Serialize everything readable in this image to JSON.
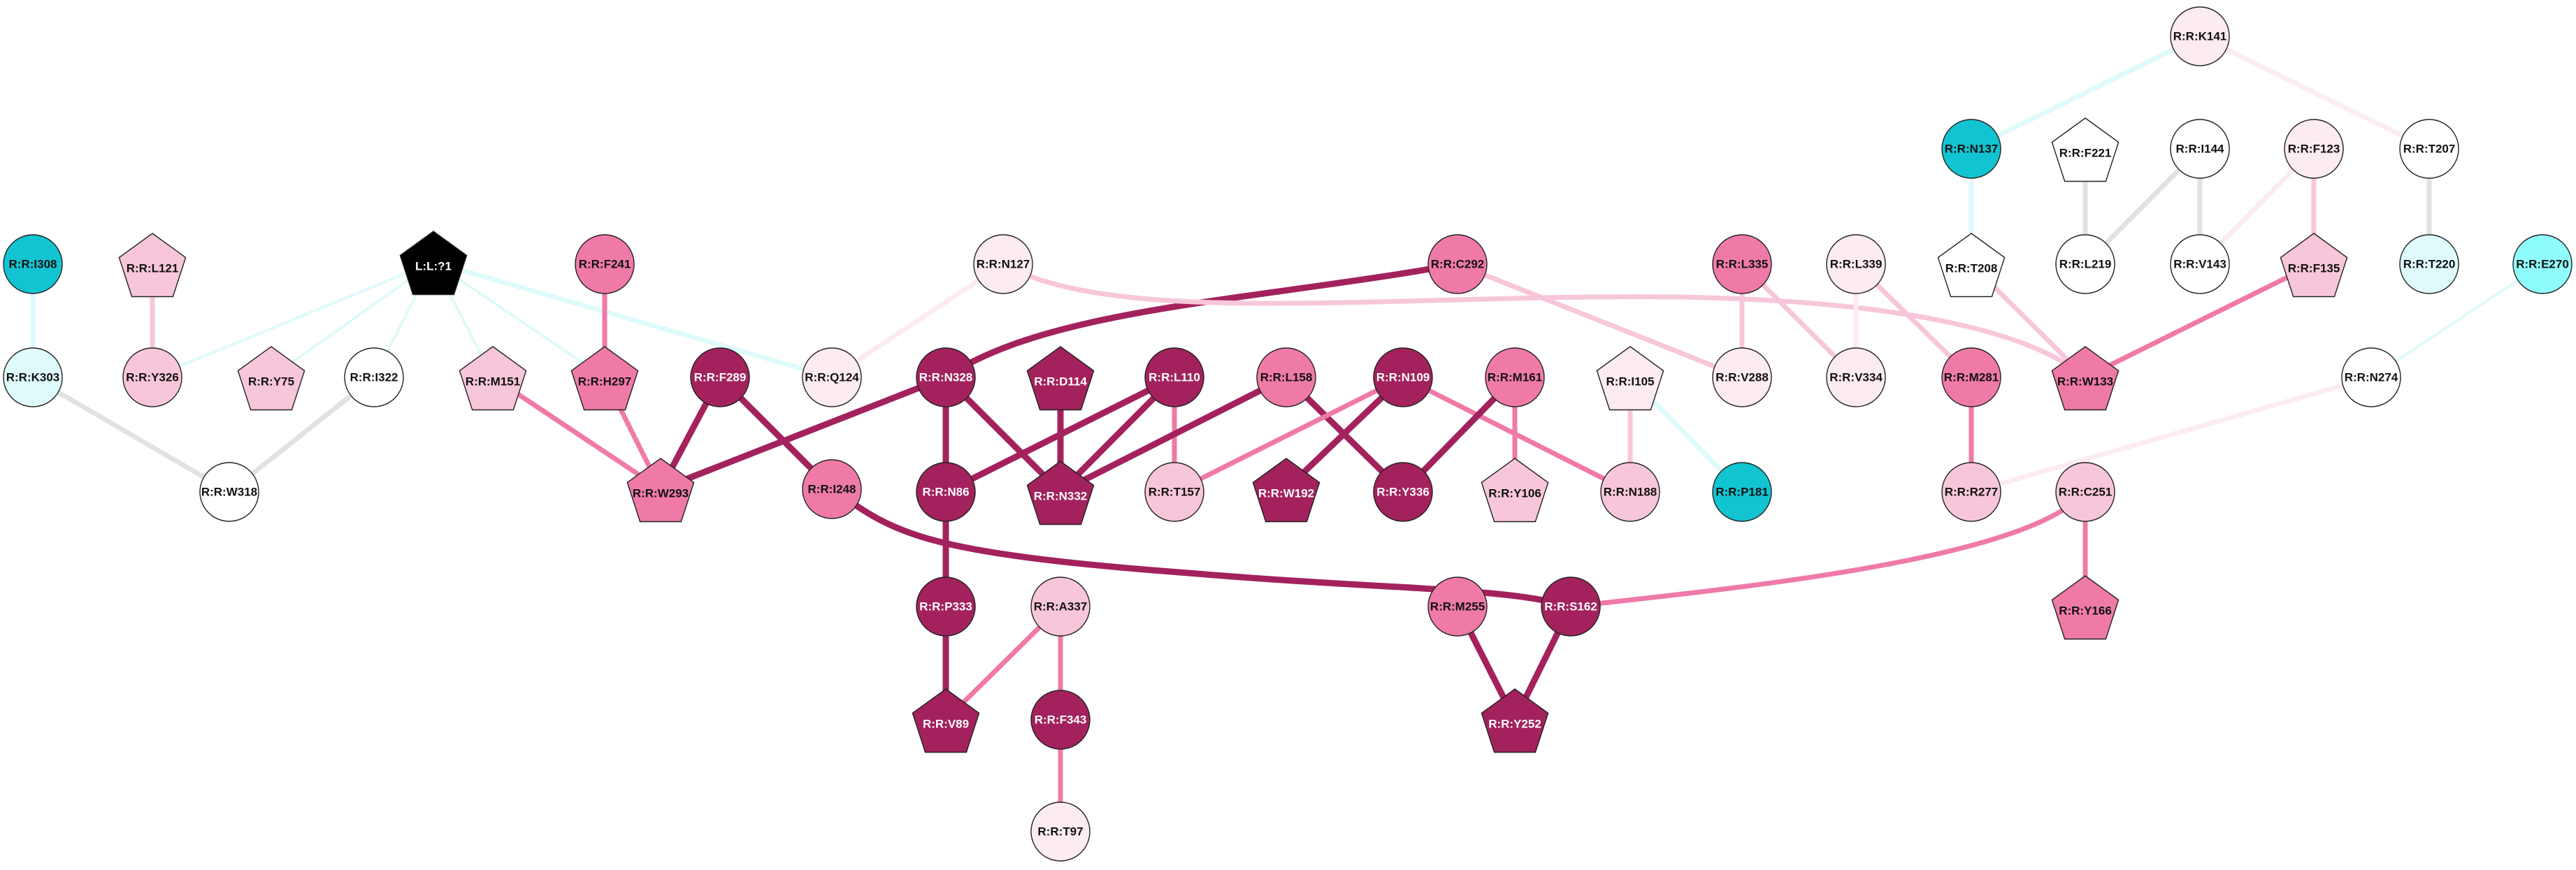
{
  "palette": {
    "dark_magenta": "#a3225d",
    "mid_pink": "#ef7aa8",
    "light_pink": "#f8c6da",
    "pale_pink": "#fdebf2",
    "white": "#ffffff",
    "teal": "#12c4d1",
    "light_cyan": "#8ffdfd",
    "black": "#000000",
    "edge_gray": "#e2e2e2",
    "edge_cyan": "#dffafb"
  },
  "nodes": [
    {
      "id": "L:L:?1",
      "label": "L:L:?1",
      "shape": "pentagon",
      "fill": "black",
      "text": "light"
    },
    {
      "id": "R:R:I308",
      "label": "R:R:I308",
      "shape": "circle",
      "fill": "teal",
      "text": "dark"
    },
    {
      "id": "R:R:K303",
      "label": "R:R:K303",
      "shape": "circle",
      "fill": "edge_cyan",
      "text": "dark"
    },
    {
      "id": "R:R:L121",
      "label": "R:R:L121",
      "shape": "pentagon",
      "fill": "light_pink",
      "text": "dark"
    },
    {
      "id": "R:R:Y326",
      "label": "R:R:Y326",
      "shape": "circle",
      "fill": "light_pink",
      "text": "dark"
    },
    {
      "id": "R:R:Y75",
      "label": "R:R:Y75",
      "shape": "pentagon",
      "fill": "light_pink",
      "text": "dark"
    },
    {
      "id": "R:R:I322",
      "label": "R:R:I322",
      "shape": "circle",
      "fill": "white",
      "text": "dark"
    },
    {
      "id": "R:R:W318",
      "label": "R:R:W318",
      "shape": "circle",
      "fill": "white",
      "text": "dark"
    },
    {
      "id": "R:R:M151",
      "label": "R:R:M151",
      "shape": "pentagon",
      "fill": "light_pink",
      "text": "dark"
    },
    {
      "id": "R:R:F241",
      "label": "R:R:F241",
      "shape": "circle",
      "fill": "mid_pink",
      "text": "dark"
    },
    {
      "id": "R:R:H297",
      "label": "R:R:H297",
      "shape": "pentagon",
      "fill": "mid_pink",
      "text": "dark"
    },
    {
      "id": "R:R:W293",
      "label": "R:R:W293",
      "shape": "pentagon",
      "fill": "mid_pink",
      "text": "dark"
    },
    {
      "id": "R:R:F289",
      "label": "R:R:F289",
      "shape": "circle",
      "fill": "dark_magenta",
      "text": "light"
    },
    {
      "id": "R:R:I248",
      "label": "R:R:I248",
      "shape": "circle",
      "fill": "mid_pink",
      "text": "dark"
    },
    {
      "id": "R:R:N127",
      "label": "R:R:N127",
      "shape": "circle",
      "fill": "pale_pink",
      "text": "dark"
    },
    {
      "id": "R:R:Q124",
      "label": "R:R:Q124",
      "shape": "circle",
      "fill": "pale_pink",
      "text": "dark"
    },
    {
      "id": "R:R:N328",
      "label": "R:R:N328",
      "shape": "circle",
      "fill": "dark_magenta",
      "text": "light"
    },
    {
      "id": "R:R:N86",
      "label": "R:R:N86",
      "shape": "circle",
      "fill": "dark_magenta",
      "text": "light"
    },
    {
      "id": "R:R:P333",
      "label": "R:R:P333",
      "shape": "circle",
      "fill": "dark_magenta",
      "text": "light"
    },
    {
      "id": "R:R:V89",
      "label": "R:R:V89",
      "shape": "pentagon",
      "fill": "dark_magenta",
      "text": "light"
    },
    {
      "id": "R:R:A337",
      "label": "R:R:A337",
      "shape": "circle",
      "fill": "light_pink",
      "text": "dark"
    },
    {
      "id": "R:R:F343",
      "label": "R:R:F343",
      "shape": "circle",
      "fill": "dark_magenta",
      "text": "light"
    },
    {
      "id": "R:R:T97",
      "label": "R:R:T97",
      "shape": "circle",
      "fill": "pale_pink",
      "text": "dark"
    },
    {
      "id": "R:R:D114",
      "label": "R:R:D114",
      "shape": "pentagon",
      "fill": "dark_magenta",
      "text": "light"
    },
    {
      "id": "R:R:N332",
      "label": "R:R:N332",
      "shape": "pentagon",
      "fill": "dark_magenta",
      "text": "light"
    },
    {
      "id": "R:R:L110",
      "label": "R:R:L110",
      "shape": "circle",
      "fill": "dark_magenta",
      "text": "light"
    },
    {
      "id": "R:R:T157",
      "label": "R:R:T157",
      "shape": "circle",
      "fill": "light_pink",
      "text": "dark"
    },
    {
      "id": "R:R:L158",
      "label": "R:R:L158",
      "shape": "circle",
      "fill": "mid_pink",
      "text": "dark"
    },
    {
      "id": "R:R:N109",
      "label": "R:R:N109",
      "shape": "circle",
      "fill": "dark_magenta",
      "text": "light"
    },
    {
      "id": "R:R:W192",
      "label": "R:R:W192",
      "shape": "pentagon",
      "fill": "dark_magenta",
      "text": "light"
    },
    {
      "id": "R:R:Y336",
      "label": "R:R:Y336",
      "shape": "circle",
      "fill": "dark_magenta",
      "text": "light"
    },
    {
      "id": "R:R:M161",
      "label": "R:R:M161",
      "shape": "circle",
      "fill": "mid_pink",
      "text": "dark"
    },
    {
      "id": "R:R:Y106",
      "label": "R:R:Y106",
      "shape": "pentagon",
      "fill": "light_pink",
      "text": "dark"
    },
    {
      "id": "R:R:N188",
      "label": "R:R:N188",
      "shape": "circle",
      "fill": "light_pink",
      "text": "dark"
    },
    {
      "id": "R:R:C292",
      "label": "R:R:C292",
      "shape": "circle",
      "fill": "mid_pink",
      "text": "dark"
    },
    {
      "id": "R:R:M255",
      "label": "R:R:M255",
      "shape": "circle",
      "fill": "mid_pink",
      "text": "dark"
    },
    {
      "id": "R:R:S162",
      "label": "R:R:S162",
      "shape": "circle",
      "fill": "dark_magenta",
      "text": "light"
    },
    {
      "id": "R:R:Y252",
      "label": "R:R:Y252",
      "shape": "pentagon",
      "fill": "dark_magenta",
      "text": "light"
    },
    {
      "id": "R:R:I105",
      "label": "R:R:I105",
      "shape": "pentagon",
      "fill": "pale_pink",
      "text": "dark"
    },
    {
      "id": "R:R:P181",
      "label": "R:R:P181",
      "shape": "circle",
      "fill": "teal",
      "text": "dark"
    },
    {
      "id": "R:R:L335",
      "label": "R:R:L335",
      "shape": "circle",
      "fill": "mid_pink",
      "text": "dark"
    },
    {
      "id": "R:R:V288",
      "label": "R:R:V288",
      "shape": "circle",
      "fill": "pale_pink",
      "text": "dark"
    },
    {
      "id": "R:R:L339",
      "label": "R:R:L339",
      "shape": "circle",
      "fill": "pale_pink",
      "text": "dark"
    },
    {
      "id": "R:R:V334",
      "label": "R:R:V334",
      "shape": "circle",
      "fill": "pale_pink",
      "text": "dark"
    },
    {
      "id": "R:R:M281",
      "label": "R:R:M281",
      "shape": "circle",
      "fill": "mid_pink",
      "text": "dark"
    },
    {
      "id": "R:R:R277",
      "label": "R:R:R277",
      "shape": "circle",
      "fill": "light_pink",
      "text": "dark"
    },
    {
      "id": "R:R:K141",
      "label": "R:R:K141",
      "shape": "circle",
      "fill": "pale_pink",
      "text": "dark"
    },
    {
      "id": "R:R:N137",
      "label": "R:R:N137",
      "shape": "circle",
      "fill": "teal",
      "text": "dark"
    },
    {
      "id": "R:R:T208",
      "label": "R:R:T208",
      "shape": "pentagon",
      "fill": "white",
      "text": "dark"
    },
    {
      "id": "R:R:F221",
      "label": "R:R:F221",
      "shape": "pentagon",
      "fill": "white",
      "text": "dark"
    },
    {
      "id": "R:R:L219",
      "label": "R:R:L219",
      "shape": "circle",
      "fill": "white",
      "text": "dark"
    },
    {
      "id": "R:R:I144",
      "label": "R:R:I144",
      "shape": "circle",
      "fill": "white",
      "text": "dark"
    },
    {
      "id": "R:R:V143",
      "label": "R:R:V143",
      "shape": "circle",
      "fill": "white",
      "text": "dark"
    },
    {
      "id": "R:R:F123",
      "label": "R:R:F123",
      "shape": "circle",
      "fill": "pale_pink",
      "text": "dark"
    },
    {
      "id": "R:R:F135",
      "label": "R:R:F135",
      "shape": "pentagon",
      "fill": "light_pink",
      "text": "dark"
    },
    {
      "id": "R:R:W133",
      "label": "R:R:W133",
      "shape": "pentagon",
      "fill": "mid_pink",
      "text": "dark"
    },
    {
      "id": "R:R:T207",
      "label": "R:R:T207",
      "shape": "circle",
      "fill": "white",
      "text": "dark"
    },
    {
      "id": "R:R:T220",
      "label": "R:R:T220",
      "shape": "circle",
      "fill": "edge_cyan",
      "text": "dark"
    },
    {
      "id": "R:R:E270",
      "label": "R:R:E270",
      "shape": "circle",
      "fill": "light_cyan",
      "text": "dark"
    },
    {
      "id": "R:R:N274",
      "label": "R:R:N274",
      "shape": "circle",
      "fill": "white",
      "text": "dark"
    },
    {
      "id": "R:R:C251",
      "label": "R:R:C251",
      "shape": "circle",
      "fill": "light_pink",
      "text": "dark"
    },
    {
      "id": "R:R:Y166",
      "label": "R:R:Y166",
      "shape": "pentagon",
      "fill": "mid_pink",
      "text": "dark"
    }
  ],
  "edges": [
    {
      "from": "R:R:I308",
      "to": "R:R:K303",
      "color": "edge_cyan",
      "weight": "medium"
    },
    {
      "from": "R:R:K303",
      "to": "R:R:W318",
      "color": "edge_gray",
      "weight": "medium"
    },
    {
      "from": "R:R:I322",
      "to": "R:R:W318",
      "color": "edge_gray",
      "weight": "medium"
    },
    {
      "from": "R:R:L121",
      "to": "R:R:Y326",
      "color": "light_pink",
      "weight": "medium"
    },
    {
      "from": "L:L:?1",
      "to": "R:R:Y326",
      "color": "edge_cyan",
      "weight": "thin"
    },
    {
      "from": "L:L:?1",
      "to": "R:R:Y75",
      "color": "edge_cyan",
      "weight": "thin"
    },
    {
      "from": "L:L:?1",
      "to": "R:R:I322",
      "color": "edge_cyan",
      "weight": "thin"
    },
    {
      "from": "L:L:?1",
      "to": "R:R:M151",
      "color": "edge_cyan",
      "weight": "thin"
    },
    {
      "from": "L:L:?1",
      "to": "R:R:H297",
      "color": "edge_cyan",
      "weight": "thin"
    },
    {
      "from": "L:L:?1",
      "to": "R:R:Q124",
      "color": "edge_cyan",
      "weight": "medium"
    },
    {
      "from": "R:R:F241",
      "to": "R:R:H297",
      "color": "mid_pink",
      "weight": "medium"
    },
    {
      "from": "R:R:H297",
      "to": "R:R:W293",
      "color": "mid_pink",
      "weight": "medium"
    },
    {
      "from": "R:R:M151",
      "to": "R:R:W293",
      "color": "mid_pink",
      "weight": "medium"
    },
    {
      "from": "R:R:F289",
      "to": "R:R:W293",
      "color": "dark_magenta",
      "weight": "thick"
    },
    {
      "from": "R:R:F289",
      "to": "R:R:I248",
      "color": "dark_magenta",
      "weight": "thick"
    },
    {
      "from": "R:R:N328",
      "to": "R:R:W293",
      "color": "dark_magenta",
      "weight": "thick"
    },
    {
      "from": "R:R:N127",
      "to": "R:R:Q124",
      "color": "pale_pink",
      "weight": "medium"
    },
    {
      "from": "R:R:C292",
      "to": "R:R:N328",
      "color": "dark_magenta",
      "weight": "thick",
      "curve": 1
    },
    {
      "from": "R:R:N328",
      "to": "R:R:N86",
      "color": "dark_magenta",
      "weight": "thick"
    },
    {
      "from": "R:R:N328",
      "to": "R:R:N332",
      "color": "dark_magenta",
      "weight": "thick"
    },
    {
      "from": "R:R:D114",
      "to": "R:R:N332",
      "color": "dark_magenta",
      "weight": "thick"
    },
    {
      "from": "R:R:L110",
      "to": "R:R:N86",
      "color": "dark_magenta",
      "weight": "thick"
    },
    {
      "from": "R:R:L110",
      "to": "R:R:N332",
      "color": "dark_magenta",
      "weight": "thick"
    },
    {
      "from": "R:R:L110",
      "to": "R:R:T157",
      "color": "mid_pink",
      "weight": "medium"
    },
    {
      "from": "R:R:L158",
      "to": "R:R:N332",
      "color": "dark_magenta",
      "weight": "thick"
    },
    {
      "from": "R:R:L158",
      "to": "R:R:Y336",
      "color": "dark_magenta",
      "weight": "thick"
    },
    {
      "from": "R:R:N109",
      "to": "R:R:T157",
      "color": "mid_pink",
      "weight": "medium"
    },
    {
      "from": "R:R:N109",
      "to": "R:R:W192",
      "color": "dark_magenta",
      "weight": "thick"
    },
    {
      "from": "R:R:N109",
      "to": "R:R:N188",
      "color": "mid_pink",
      "weight": "medium"
    },
    {
      "from": "R:R:M161",
      "to": "R:R:Y336",
      "color": "dark_magenta",
      "weight": "thick"
    },
    {
      "from": "R:R:M161",
      "to": "R:R:Y106",
      "color": "mid_pink",
      "weight": "medium"
    },
    {
      "from": "R:R:N86",
      "to": "R:R:P333",
      "color": "dark_magenta",
      "weight": "thick"
    },
    {
      "from": "R:R:P333",
      "to": "R:R:V89",
      "color": "dark_magenta",
      "weight": "thick"
    },
    {
      "from": "R:R:A337",
      "to": "R:R:V89",
      "color": "mid_pink",
      "weight": "medium"
    },
    {
      "from": "R:R:A337",
      "to": "R:R:F343",
      "color": "mid_pink",
      "weight": "medium"
    },
    {
      "from": "R:R:F343",
      "to": "R:R:T97",
      "color": "mid_pink",
      "weight": "medium"
    },
    {
      "from": "R:R:I248",
      "to": "R:R:S162",
      "color": "dark_magenta",
      "weight": "thick",
      "curve": 2
    },
    {
      "from": "R:R:M255",
      "to": "R:R:Y252",
      "color": "dark_magenta",
      "weight": "thick"
    },
    {
      "from": "R:R:S162",
      "to": "R:R:Y252",
      "color": "dark_magenta",
      "weight": "thick"
    },
    {
      "from": "R:R:C251",
      "to": "R:R:S162",
      "color": "mid_pink",
      "weight": "medium",
      "curve": 3
    },
    {
      "from": "R:R:C251",
      "to": "R:R:Y166",
      "color": "mid_pink",
      "weight": "medium"
    },
    {
      "from": "R:R:C292",
      "to": "R:R:V288",
      "color": "light_pink",
      "weight": "medium"
    },
    {
      "from": "R:R:N127",
      "to": "R:R:W133",
      "color": "light_pink",
      "weight": "medium",
      "curve": 4
    },
    {
      "from": "R:R:I105",
      "to": "R:R:N188",
      "color": "light_pink",
      "weight": "medium"
    },
    {
      "from": "R:R:I105",
      "to": "R:R:P181",
      "color": "edge_cyan",
      "weight": "medium"
    },
    {
      "from": "R:R:L335",
      "to": "R:R:V288",
      "color": "light_pink",
      "weight": "medium"
    },
    {
      "from": "R:R:L335",
      "to": "R:R:V334",
      "color": "light_pink",
      "weight": "medium"
    },
    {
      "from": "R:R:L339",
      "to": "R:R:V334",
      "color": "pale_pink",
      "weight": "medium"
    },
    {
      "from": "R:R:L339",
      "to": "R:R:M281",
      "color": "light_pink",
      "weight": "medium"
    },
    {
      "from": "R:R:M281",
      "to": "R:R:R277",
      "color": "mid_pink",
      "weight": "medium"
    },
    {
      "from": "R:R:N274",
      "to": "R:R:R277",
      "color": "pale_pink",
      "weight": "medium"
    },
    {
      "from": "R:R:E270",
      "to": "R:R:N274",
      "color": "edge_cyan",
      "weight": "thin"
    },
    {
      "from": "R:R:K141",
      "to": "R:R:N137",
      "color": "edge_cyan",
      "weight": "medium"
    },
    {
      "from": "R:R:K141",
      "to": "R:R:T207",
      "color": "pale_pink",
      "weight": "medium"
    },
    {
      "from": "R:R:N137",
      "to": "R:R:T208",
      "color": "edge_cyan",
      "weight": "medium"
    },
    {
      "from": "R:R:T208",
      "to": "R:R:W133",
      "color": "light_pink",
      "weight": "medium"
    },
    {
      "from": "R:R:F221",
      "to": "R:R:L219",
      "color": "edge_gray",
      "weight": "medium"
    },
    {
      "from": "R:R:I144",
      "to": "R:R:L219",
      "color": "edge_gray",
      "weight": "medium"
    },
    {
      "from": "R:R:I144",
      "to": "R:R:V143",
      "color": "edge_gray",
      "weight": "medium"
    },
    {
      "from": "R:R:F123",
      "to": "R:R:V143",
      "color": "pale_pink",
      "weight": "medium"
    },
    {
      "from": "R:R:F123",
      "to": "R:R:F135",
      "color": "light_pink",
      "weight": "medium"
    },
    {
      "from": "R:R:F135",
      "to": "R:R:W133",
      "color": "mid_pink",
      "weight": "medium"
    },
    {
      "from": "R:R:T207",
      "to": "R:R:T220",
      "color": "edge_gray",
      "weight": "medium"
    }
  ]
}
